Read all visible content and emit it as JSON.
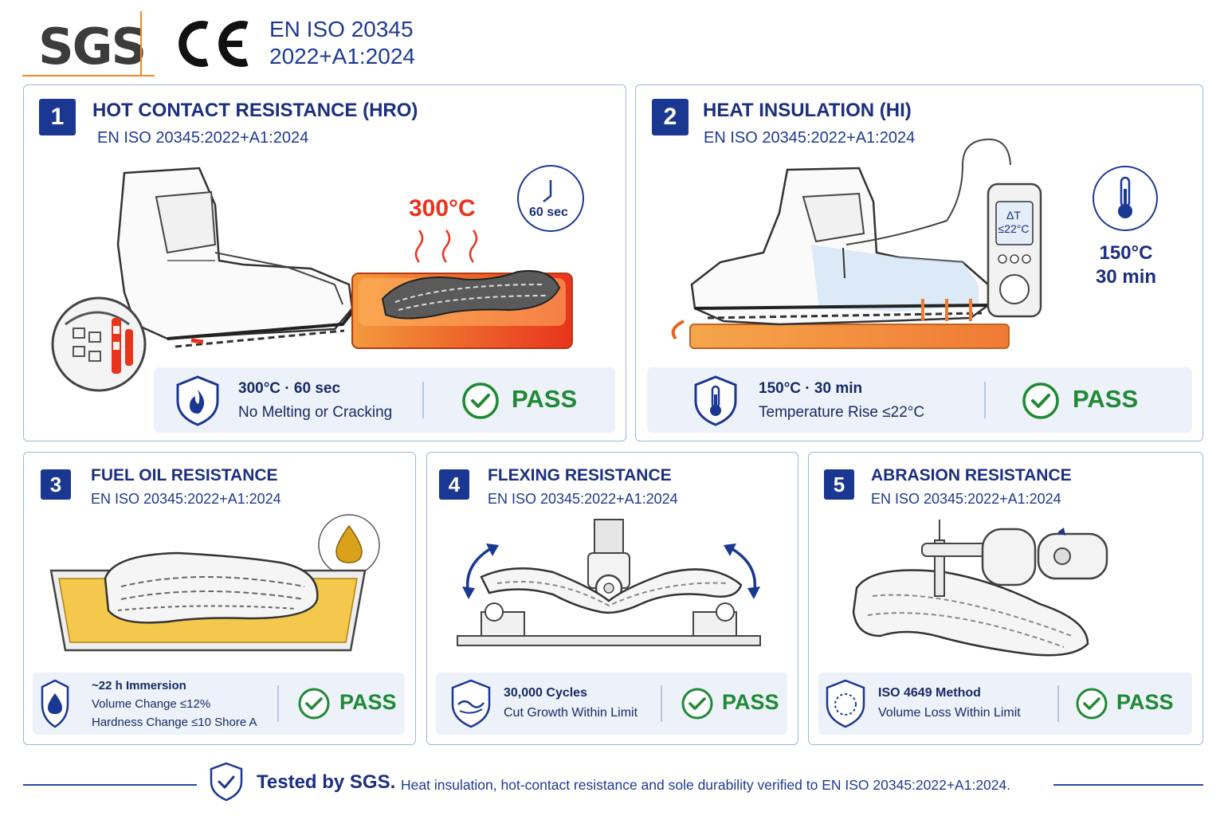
{
  "header": {
    "logo_text": "SGS",
    "standard_line1": "EN ISO 20345",
    "standard_line2": "2022+A1:2024"
  },
  "tests": [
    {
      "number": "1",
      "title": "HOT CONTACT RESISTANCE (HRO)",
      "standard": "EN ISO 20345:2022+A1:2024",
      "graphic_temp": "300°C",
      "graphic_time": "60 sec",
      "result_line1": "300°C · 60 sec",
      "result_line2": "No Melting or Cracking",
      "result": "PASS",
      "icon": "flame-shield-icon"
    },
    {
      "number": "2",
      "title": "HEAT INSULATION (HI)",
      "standard": "EN ISO 20345:2022+A1:2024",
      "meter_line1": "ΔT",
      "meter_line2": "≤22°C",
      "graphic_temp": "150°C",
      "graphic_time": "30 min",
      "result_line1": "150°C · 30 min",
      "result_line2": "Temperature Rise ≤22°C",
      "result": "PASS",
      "icon": "thermometer-shield-icon"
    },
    {
      "number": "3",
      "title": "FUEL OIL RESISTANCE",
      "standard": "EN ISO 20345:2022+A1:2024",
      "result_line1": "~22 h Immersion",
      "result_line2": "Volume Change ≤12%",
      "result_line3": "Hardness Change ≤10 Shore A",
      "result": "PASS",
      "icon": "oil-drop-shield-icon"
    },
    {
      "number": "4",
      "title": "FLEXING RESISTANCE",
      "standard": "EN ISO 20345:2022+A1:2024",
      "result_line1": "30,000 Cycles",
      "result_line2": "Cut Growth Within Limit",
      "result": "PASS",
      "icon": "flex-shield-icon"
    },
    {
      "number": "5",
      "title": "ABRASION RESISTANCE",
      "standard": "EN ISO 20345:2022+A1:2024",
      "result_line1": "ISO 4649 Method",
      "result_line2": "Volume Loss Within Limit",
      "result": "PASS",
      "icon": "abrasion-shield-icon"
    }
  ],
  "footer": {
    "title": "Tested by SGS.",
    "description": "Heat insulation, hot-contact resistance and sole durability verified to EN ISO 20345:2022+A1:2024."
  },
  "colors": {
    "brand_blue": "#1a3791",
    "pass_green": "#1f8a34",
    "accent_orange": "#ef8a24",
    "heat_red": "#e8341c",
    "card_border": "#9fb6dc",
    "panel_bg": "#edf2fa"
  }
}
